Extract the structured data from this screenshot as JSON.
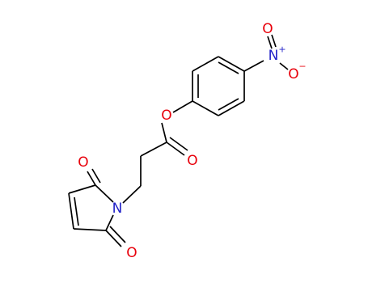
{
  "structure": {
    "atoms": [
      {
        "id": "O_nitro_top",
        "element": "O",
        "label": "O",
        "color": "#e8000b"
      },
      {
        "id": "N_nitro",
        "element": "N",
        "label": "N",
        "color": "#2121c8"
      },
      {
        "id": "N_plus",
        "element": "charge",
        "label": "+",
        "color": "#2121c8"
      },
      {
        "id": "O_nitro_right",
        "element": "O",
        "label": "O",
        "color": "#e8000b"
      },
      {
        "id": "O_minus",
        "element": "charge",
        "label": "−",
        "color": "#e8000b"
      },
      {
        "id": "O_ester",
        "element": "O",
        "label": "O",
        "color": "#e8000b"
      },
      {
        "id": "O_carbonyl",
        "element": "O",
        "label": "O",
        "color": "#e8000b"
      },
      {
        "id": "N_maleimide",
        "element": "N",
        "label": "N",
        "color": "#2121c8"
      },
      {
        "id": "O_imide_top",
        "element": "O",
        "label": "O",
        "color": "#e8000b"
      },
      {
        "id": "O_imide_bottom",
        "element": "O",
        "label": "O",
        "color": "#e8000b"
      }
    ],
    "bond_color": "#000000"
  }
}
